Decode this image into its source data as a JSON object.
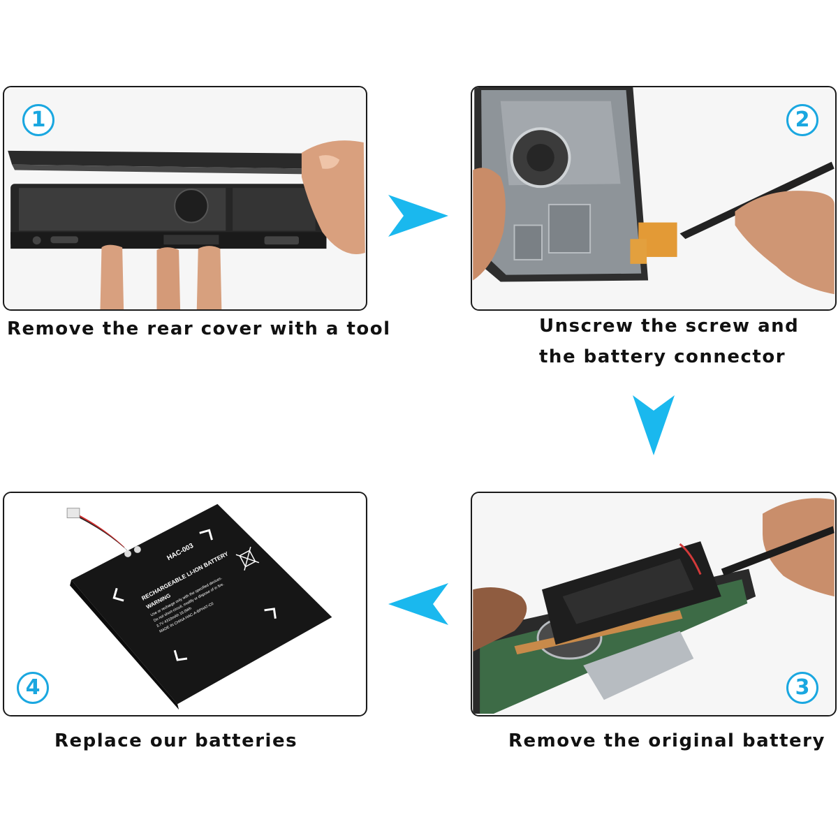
{
  "steps": [
    {
      "number": "1",
      "caption": "Remove the rear cover with a tool"
    },
    {
      "number": "2",
      "caption_line1": "Unscrew the screw and",
      "caption_line2": "the battery connector"
    },
    {
      "number": "3",
      "caption": "Remove the original battery"
    },
    {
      "number": "4",
      "caption": "Replace our batteries"
    }
  ],
  "battery_label": {
    "model": "HAC-003",
    "title": "RECHARGEABLE LI-ION BATTERY",
    "warning": "WARNING",
    "line1": "Use or recharge only with the specified devices.",
    "line2": "Do not short-circuit, modify or dispose of in fire.",
    "line3": "3.7V 4310mAh 16.0Wh",
    "line4": "MADE IN CHINA HAC-A-BPHAT-C0"
  },
  "colors": {
    "accent": "#1aa7e0",
    "border": "#1a1a1a",
    "text": "#111111"
  },
  "icons": {
    "step_arrow": "triangle-arrow-icon"
  }
}
